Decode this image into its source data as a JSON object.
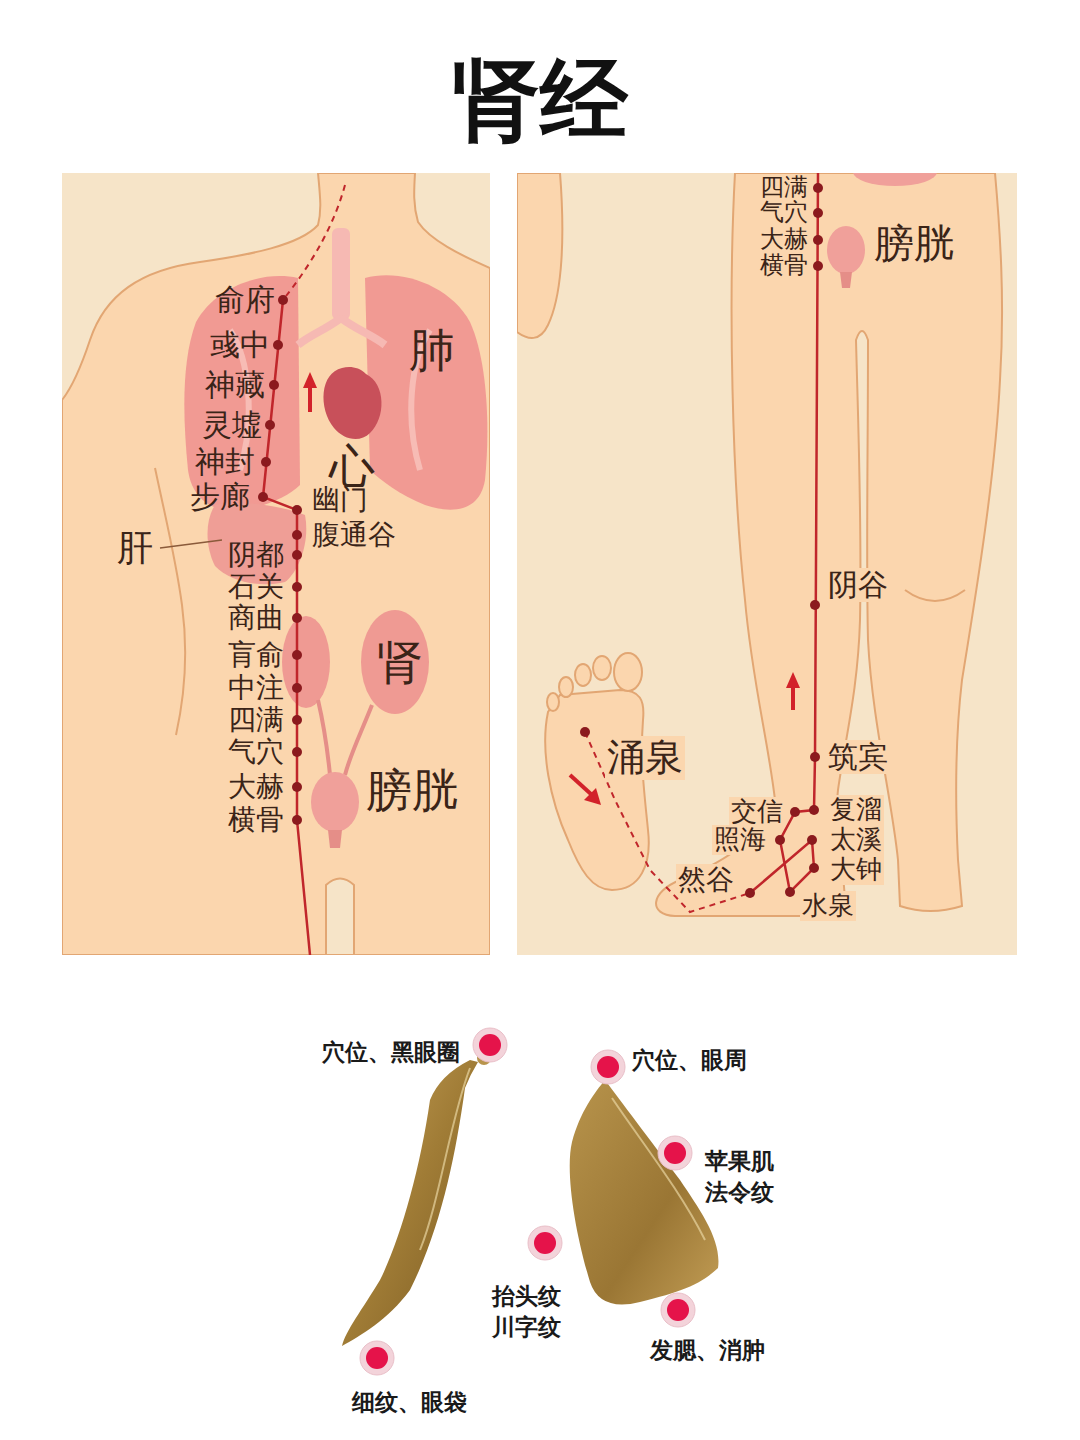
{
  "diagram": {
    "title": "肾经",
    "labels": [
      "俞府",
      "彧中",
      "神藏",
      "灵墟",
      "神封",
      "步廊",
      "幽门",
      "腹通谷",
      "肝",
      "阴都",
      "石关",
      "商曲",
      "肓俞",
      "中注",
      "四满",
      "气穴",
      "大赫",
      "横骨",
      "肺",
      "心",
      "肾",
      "膀胱",
      "四满",
      "气穴",
      "大赫",
      "横骨",
      "膀胱",
      "阴谷",
      "涌泉",
      "筑宾",
      "交信",
      "复溜",
      "照海",
      "太溪",
      "大钟",
      "水泉",
      "然谷",
      "穴位、黑眼圈",
      "穴位、眼周",
      "苹果肌 法令纹",
      "抬头纹 川字纹",
      "发腮、消肿",
      "细纹、眼袋"
    ]
  }
}
